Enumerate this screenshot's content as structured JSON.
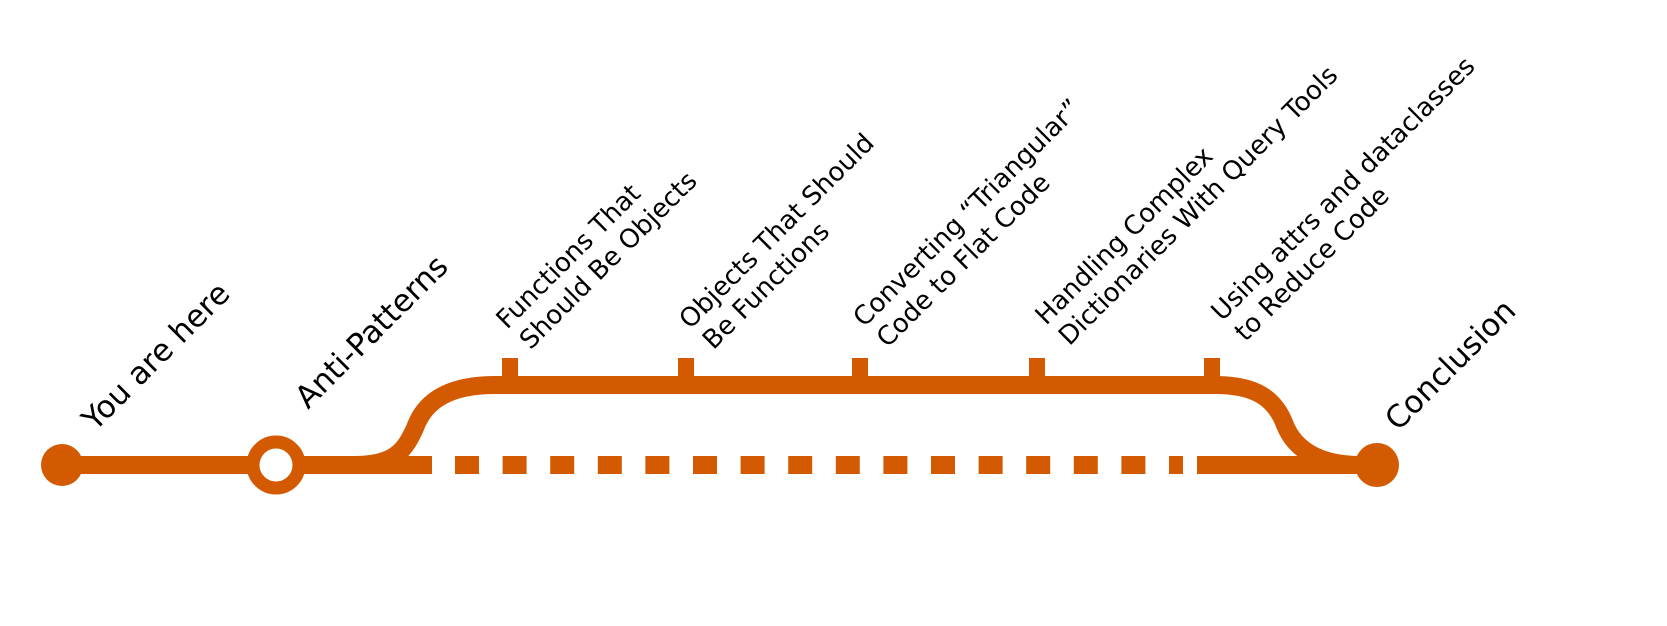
{
  "colors": {
    "line": "#D35A00",
    "text": "#000000",
    "background": "#FFFFFF"
  },
  "stations": {
    "start": "You are here",
    "anti_patterns": "Anti-Patterns",
    "end": "Conclusion"
  },
  "branch_stops": [
    {
      "line1": "Functions That",
      "line2": "Should Be Objects"
    },
    {
      "line1": "Objects That Should",
      "line2": "Be Functions"
    },
    {
      "line1": "Converting “Triangular”",
      "line2": "Code to Flat Code"
    },
    {
      "line1": "Handling Complex",
      "line2": "Dictionaries With Query Tools"
    },
    {
      "line1": "Using attrs and dataclasses",
      "line2": "to Reduce Code"
    }
  ]
}
